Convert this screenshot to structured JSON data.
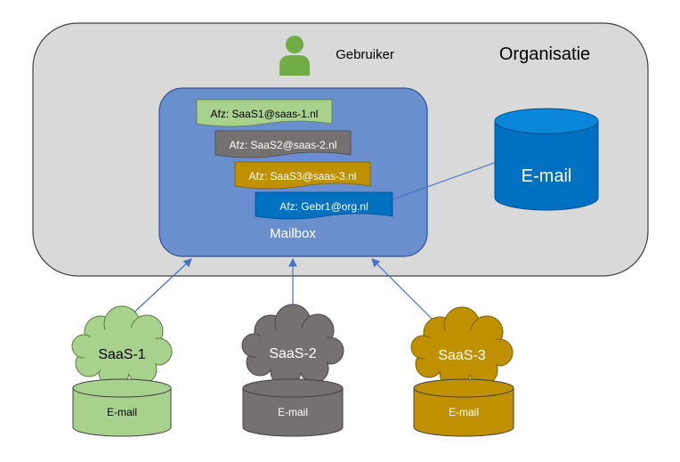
{
  "organisation": {
    "label": "Organisatie"
  },
  "user": {
    "label": "Gebruiker",
    "icon": "user-icon",
    "color": "#70ad47"
  },
  "mailbox": {
    "label": "Mailbox",
    "messages": [
      {
        "label": "Afz: SaaS1@saas-1.nl",
        "color": "#a9d18e"
      },
      {
        "label": "Afz: SaaS2@saas-2.nl",
        "color": "#767171"
      },
      {
        "label": "Afz: SaaS3@saas-3.nl",
        "color": "#bf9000"
      },
      {
        "label": "Afz: Gebr1@org.nl",
        "color": "#0070c0"
      }
    ]
  },
  "email_store": {
    "label": "E-mail",
    "color": "#0070c0"
  },
  "saas": [
    {
      "name": "SaaS-1",
      "db_label": "E-mail",
      "color": "#a9d18e"
    },
    {
      "name": "SaaS-2",
      "db_label": "E-mail",
      "color": "#767171"
    },
    {
      "name": "SaaS-3",
      "db_label": "E-mail",
      "color": "#bf9000"
    }
  ]
}
